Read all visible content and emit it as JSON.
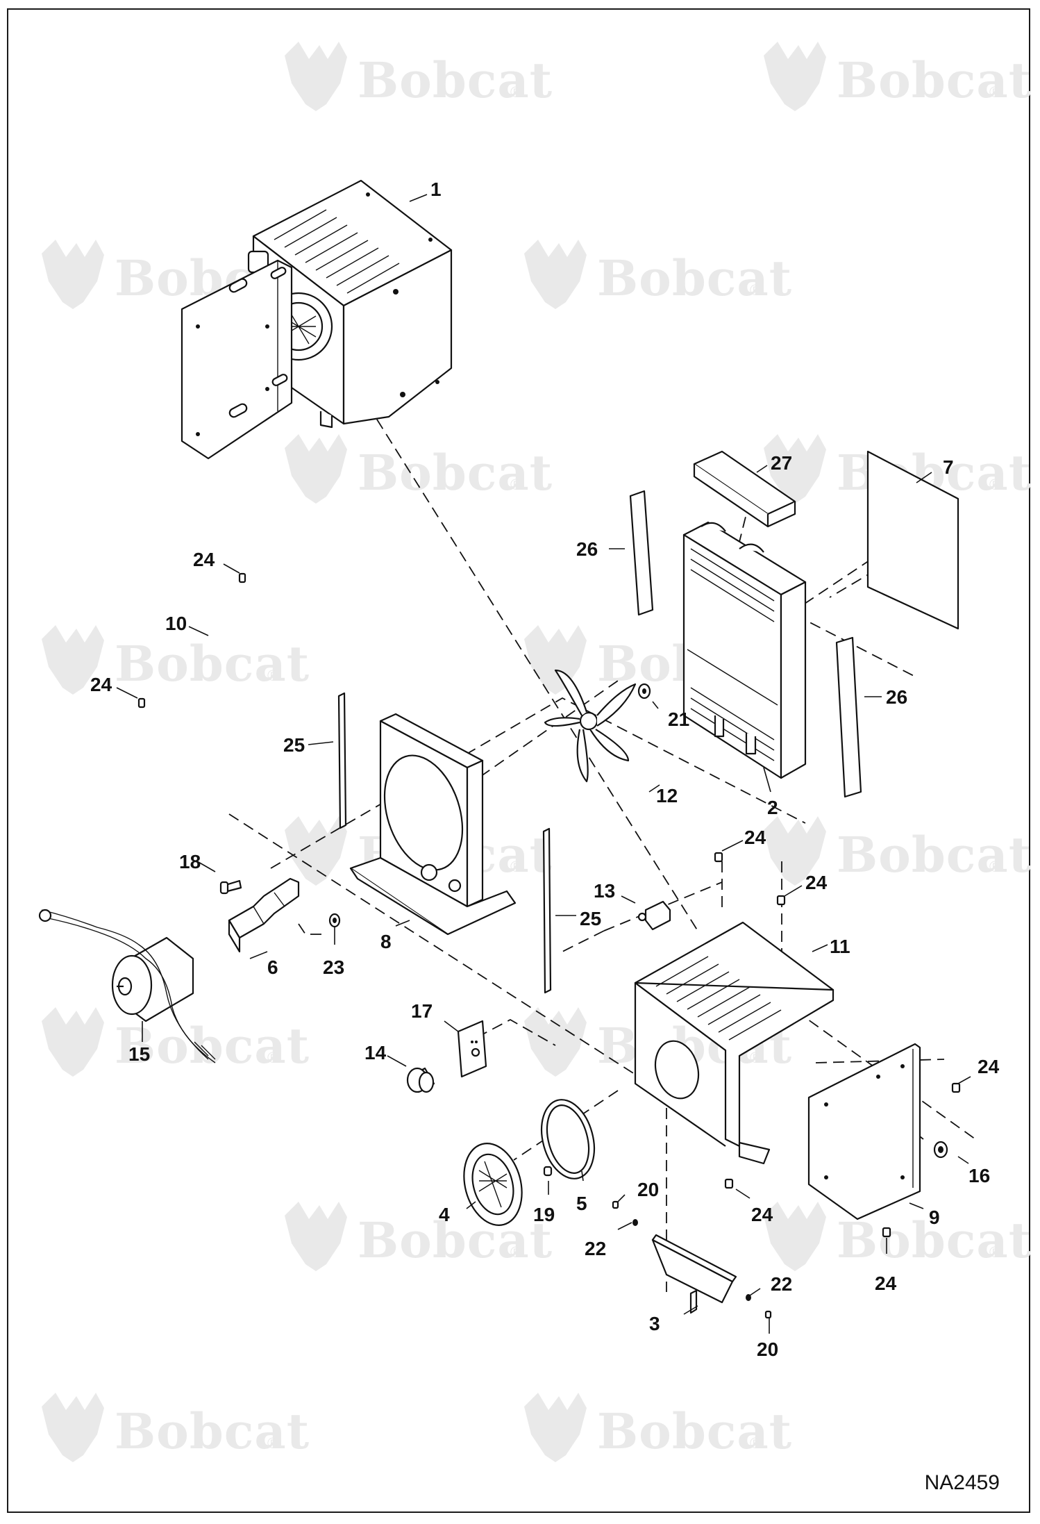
{
  "brand": {
    "watermark_text": "Bobcat",
    "watermark_mark": "®"
  },
  "drawing_number": "NA2459",
  "callouts": [
    {
      "id": "c-1",
      "label": "1"
    },
    {
      "id": "c-2",
      "label": "2"
    },
    {
      "id": "c-3",
      "label": "3"
    },
    {
      "id": "c-4",
      "label": "4"
    },
    {
      "id": "c-5",
      "label": "5"
    },
    {
      "id": "c-6",
      "label": "6"
    },
    {
      "id": "c-7",
      "label": "7"
    },
    {
      "id": "c-8",
      "label": "8"
    },
    {
      "id": "c-9",
      "label": "9"
    },
    {
      "id": "c-10",
      "label": "10"
    },
    {
      "id": "c-11",
      "label": "11"
    },
    {
      "id": "c-12",
      "label": "12"
    },
    {
      "id": "c-13",
      "label": "13"
    },
    {
      "id": "c-14",
      "label": "14"
    },
    {
      "id": "c-15",
      "label": "15"
    },
    {
      "id": "c-16",
      "label": "16"
    },
    {
      "id": "c-17",
      "label": "17"
    },
    {
      "id": "c-18",
      "label": "18"
    },
    {
      "id": "c-19",
      "label": "19"
    },
    {
      "id": "c-20a",
      "label": "20"
    },
    {
      "id": "c-20b",
      "label": "20"
    },
    {
      "id": "c-21",
      "label": "21"
    },
    {
      "id": "c-22a",
      "label": "22"
    },
    {
      "id": "c-22b",
      "label": "22"
    },
    {
      "id": "c-23",
      "label": "23"
    },
    {
      "id": "c-24a",
      "label": "24"
    },
    {
      "id": "c-24b",
      "label": "24"
    },
    {
      "id": "c-24c",
      "label": "24"
    },
    {
      "id": "c-24d",
      "label": "24"
    },
    {
      "id": "c-24e",
      "label": "24"
    },
    {
      "id": "c-24f",
      "label": "24"
    },
    {
      "id": "c-24g",
      "label": "24"
    },
    {
      "id": "c-25a",
      "label": "25"
    },
    {
      "id": "c-25b",
      "label": "25"
    },
    {
      "id": "c-26a",
      "label": "26"
    },
    {
      "id": "c-26b",
      "label": "26"
    },
    {
      "id": "c-27",
      "label": "27"
    }
  ]
}
